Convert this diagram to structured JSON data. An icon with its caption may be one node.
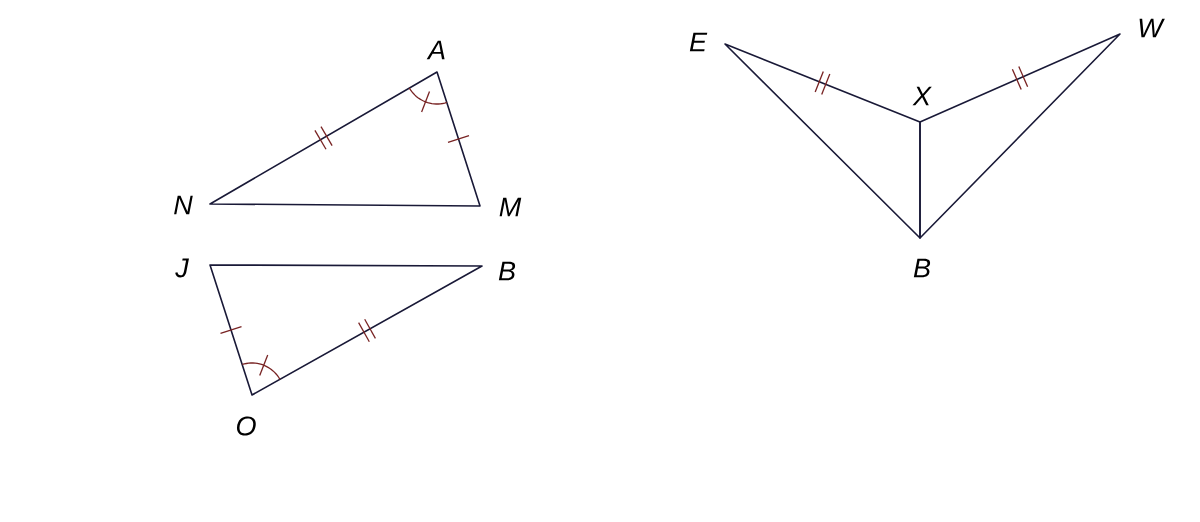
{
  "diagram": {
    "labels": [
      "A",
      "N",
      "M",
      "J",
      "B",
      "O",
      "E",
      "X",
      "W",
      "B"
    ]
  }
}
